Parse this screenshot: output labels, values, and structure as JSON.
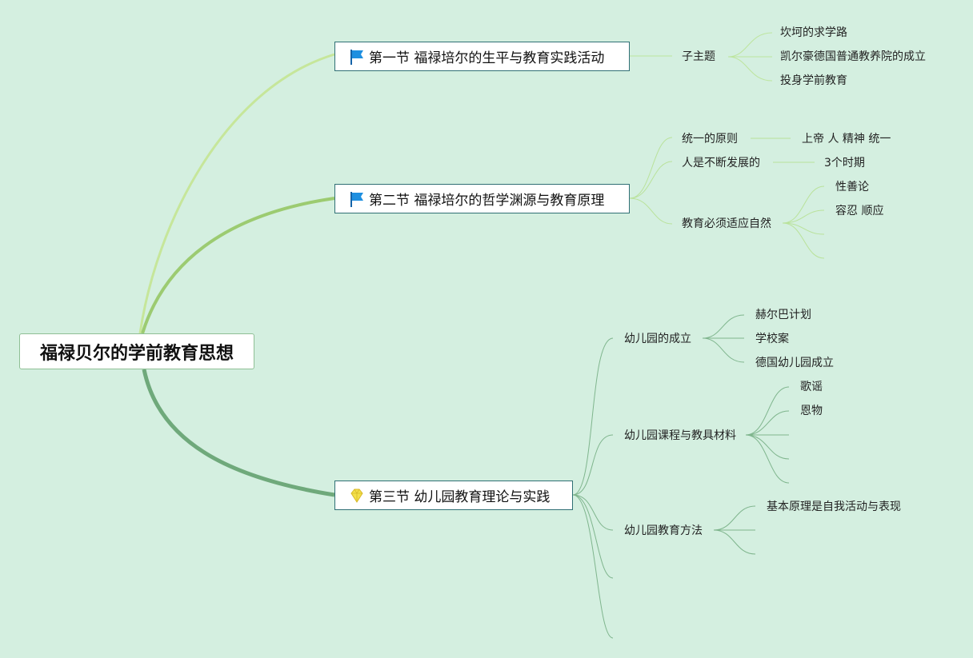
{
  "root": {
    "label": "福禄贝尔的学前教育思想"
  },
  "sections": [
    {
      "icon": "blue-flag-icon",
      "label": "第一节 福禄培尔的生平与教育实践活动",
      "subtopic": "子主题",
      "items": [
        "坎坷的求学路",
        "凯尔豪德国普通教养院的成立",
        "投身学前教育"
      ]
    },
    {
      "icon": "blue-flag-icon",
      "label": "第二节 福禄培尔的哲学渊源与教育原理",
      "branches": [
        {
          "label": "统一的原则",
          "children": [
            "上帝 人 精神 统一"
          ]
        },
        {
          "label": "人是不断发展的",
          "children": [
            "3个时期"
          ]
        },
        {
          "label": "教育必须适应自然",
          "children": [
            "性善论",
            "容忍 顺应"
          ]
        }
      ]
    },
    {
      "icon": "gem-icon",
      "label": "第三节 幼儿园教育理论与实践",
      "branches": [
        {
          "label": "幼儿园的成立",
          "children": [
            "赫尔巴计划",
            "学校案",
            "德国幼儿园成立"
          ]
        },
        {
          "label": "幼儿园课程与教具材料",
          "children": [
            "歌谣",
            "恩物"
          ]
        },
        {
          "label": "幼儿园教育方法",
          "children": [
            "基本原理是自我活动与表现"
          ]
        }
      ]
    }
  ],
  "colors": {
    "background": "#d4efe0",
    "branch1": "#c6e69a",
    "branch2": "#9ccb71",
    "branch3": "#6fa97b",
    "thin1": "#bde59e",
    "thin2": "#b9e29a",
    "thin3": "#7fb58d",
    "flag": "#1e8fe0",
    "gem": "#f3e04a"
  }
}
